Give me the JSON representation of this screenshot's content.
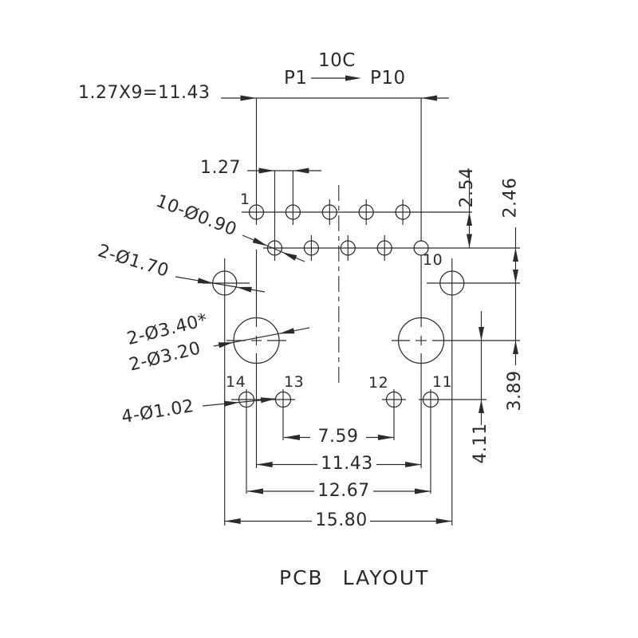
{
  "drawing": {
    "title": "PCB LAYOUT",
    "pin_sequence": {
      "code": "10C",
      "first": "P1",
      "last": "P10"
    },
    "pin_labels": {
      "p1": "1",
      "p10": "10",
      "p11": "11",
      "p12": "12",
      "p13": "13",
      "p14": "14"
    },
    "dimensions": {
      "total_pitch": "1.27X9=11.43",
      "pitch": "1.27",
      "row_offset": "2.54",
      "row_to_shield": "2.46",
      "shield_to_mount": "3.89",
      "mount_to_bottom": "4.11",
      "bottom_inner_span": "7.59",
      "mount_span": "11.43",
      "bottom_outer_span": "12.67",
      "shield_span": "15.80"
    },
    "callouts": {
      "signal_pads": "10-Ø0.90",
      "shield_holes": "2-Ø1.70",
      "mount_pad": "2-Ø3.40*",
      "mount_drill": "2-Ø3.20",
      "bottom_pads": "4-Ø1.02"
    },
    "colors": {
      "line": "#2b2b2b",
      "background": "#ffffff"
    }
  }
}
